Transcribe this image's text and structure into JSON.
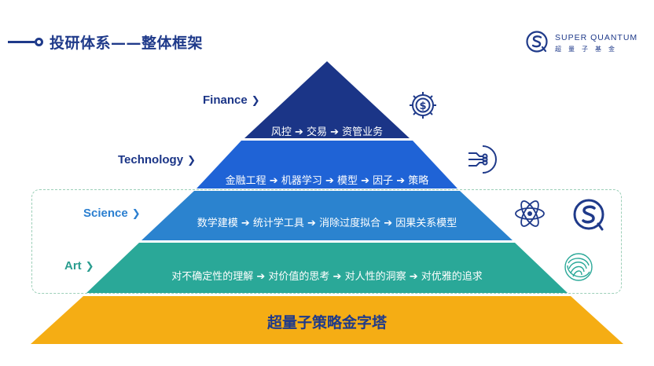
{
  "header": {
    "title": "投研体系——整体框架"
  },
  "logo": {
    "name_en": "SUPER QUANTUM",
    "name_cn": "超量子基金"
  },
  "layers": [
    {
      "label": "Finance",
      "content": "风控 ➔ 交易 ➔ 资管业务",
      "color": "#1b3587",
      "label_color": "#1b3587",
      "icon": "dollar-gear-icon"
    },
    {
      "label": "Technology",
      "content": "金融工程 ➔ 机器学习 ➔ 模型 ➔ 因子 ➔ 策略",
      "color": "#1f63d6",
      "label_color": "#1b3587",
      "icon": "circuit-icon"
    },
    {
      "label": "Science",
      "content": "数学建模 ➔ 统计学工具 ➔ 消除过度拟合 ➔ 因果关系模型",
      "color": "#2b83cf",
      "label_color": "#2b7fd0",
      "icon": "atom-icon"
    },
    {
      "label": "Art",
      "content": "对不确定性的理解 ➔ 对价值的思考 ➔ 对人性的洞察 ➔ 对优雅的追求",
      "color": "#2aa898",
      "label_color": "#2a9d8f",
      "icon": "swirl-icon"
    }
  ],
  "base": {
    "content": "超量子策略金字塔",
    "color": "#f5ad14"
  }
}
